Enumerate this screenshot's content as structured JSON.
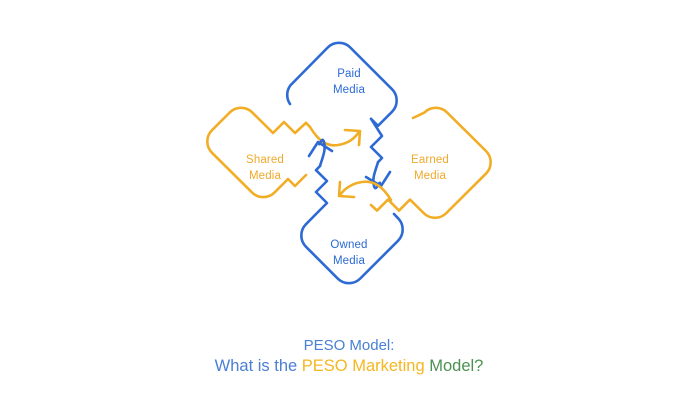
{
  "diagram": {
    "name": "PESO Model diagram",
    "colors": {
      "blue": "#2d6ad4",
      "amber": "#f2ad26",
      "background": "#ffffff",
      "caption_blue": "#4a7fd4",
      "caption_amber": "#f5b721",
      "caption_green": "#4b9152"
    },
    "nodes": [
      {
        "id": "paid",
        "line1": "Paid",
        "line2": "Media",
        "color": "blue",
        "position": "top"
      },
      {
        "id": "earned",
        "line1": "Earned",
        "line2": "Media",
        "color": "amber",
        "position": "right"
      },
      {
        "id": "shared",
        "line1": "Shared",
        "line2": "Media",
        "color": "amber",
        "position": "left"
      },
      {
        "id": "owned",
        "line1": "Owned",
        "line2": "Media",
        "color": "blue",
        "position": "bottom"
      }
    ],
    "arrows": [
      {
        "id": "shared-to-paid",
        "color": "amber",
        "direction": "up-right",
        "from": "shared",
        "to": "paid"
      },
      {
        "id": "paid-to-earned",
        "color": "blue",
        "direction": "down-right",
        "from": "paid",
        "to": "earned"
      },
      {
        "id": "earned-to-owned",
        "color": "amber",
        "direction": "down-left",
        "from": "earned",
        "to": "owned"
      },
      {
        "id": "owned-to-shared",
        "color": "blue",
        "direction": "up-left",
        "from": "owned",
        "to": "shared"
      }
    ]
  },
  "caption": {
    "line1": "PESO Model:",
    "line2_part1": "What is the ",
    "line2_part2": "PESO Marketing ",
    "line2_part3": "Model?"
  }
}
